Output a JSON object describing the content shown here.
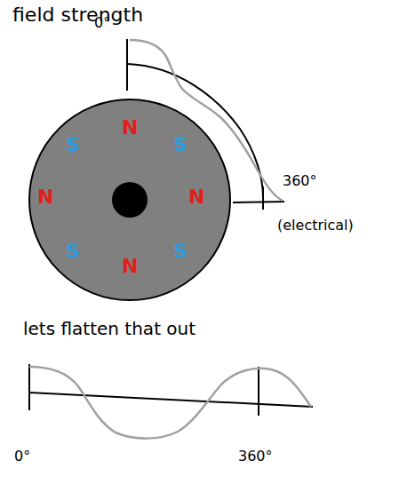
{
  "diagram": {
    "labels": [
      "field strength",
      "0°",
      "360°",
      "(electrical)",
      "S",
      "N",
      "S",
      "N",
      "N",
      "S",
      "N",
      "S",
      "lets flatten that out",
      "0°",
      "360°"
    ]
  }
}
